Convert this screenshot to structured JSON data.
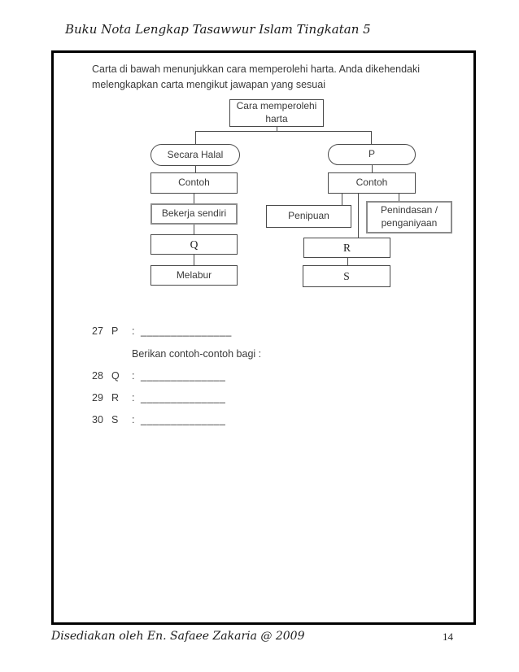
{
  "colors": {
    "page_border": "#000000",
    "ink": "#3a3a3a",
    "connector_line": "#4a4a4a",
    "thick_box_border": "#8c8c8c"
  },
  "header": {
    "book_title": "Buku Nota Lengkap Tasawwur Islam Tingkatan 5"
  },
  "instruction": "Carta di bawah menunjukkan cara memperolehi harta. Anda dikehendaki melengkapkan carta mengikut jawapan yang sesuai",
  "flowchart": {
    "root_line1": "Cara memperolehi",
    "root_line2": "harta",
    "left": {
      "header": "Secara Halal",
      "contoh_label": "Contoh",
      "item1": "Bekerja sendiri",
      "item2": "Q",
      "item3": "Melabur"
    },
    "right": {
      "header": "P",
      "contoh_label": "Contoh",
      "example1": "Penipuan",
      "example2": "Penindasan / penganiyaan",
      "item1": "R",
      "item2": "S"
    }
  },
  "questions": {
    "intro": "Berikan contoh-contoh bagi :",
    "items": [
      {
        "num": "27",
        "letter": "P",
        "sep": ":",
        "blank": "_______________"
      },
      {
        "num": "28",
        "letter": "Q",
        "sep": ":",
        "blank": "______________"
      },
      {
        "num": "29",
        "letter": "R",
        "sep": ":",
        "blank": "______________"
      },
      {
        "num": "30",
        "letter": "S",
        "sep": ":",
        "blank": "______________"
      }
    ]
  },
  "footer": {
    "credit": "Disediakan oleh En. Safaee Zakaria @ 2009",
    "page_number": "14"
  }
}
